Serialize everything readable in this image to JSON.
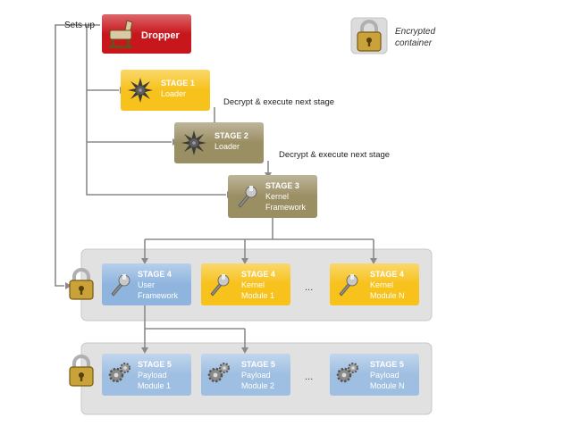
{
  "colors": {
    "dropper": "#c8161d",
    "stage1": "#f7c21c",
    "stage2": "#9a8e63",
    "stage3": "#9a8e63",
    "kernel_module": "#f7c21c",
    "user_framework": "#8fb5df",
    "payload": "#9fbfe2",
    "panel": "#e1e1e1",
    "connector": "#8a8a8a"
  },
  "sets_up_label": "Sets up",
  "legend": {
    "icon": "padlock-icon",
    "line1": "Encrypted",
    "line2": "container"
  },
  "dropper": {
    "label": "Dropper",
    "icon": "trojan-horse-icon"
  },
  "stage1": {
    "title": "STAGE 1",
    "line1": "Loader",
    "icon": "spiky-gear-icon"
  },
  "stage2": {
    "title": "STAGE 2",
    "line1": "Loader",
    "icon": "spiky-gear-icon"
  },
  "stage3": {
    "title": "STAGE 3",
    "line1": "Kernel",
    "line2": "Framework",
    "icon": "wrench-icon"
  },
  "edge_labels": {
    "s1_to_s2": "Decrypt & execute next stage",
    "s2_to_s3": "Decrypt & execute next stage"
  },
  "stage4": {
    "user_framework": {
      "title": "STAGE 4",
      "line1": "User",
      "line2": "Framework",
      "icon": "wrench-icon"
    },
    "kernel_module_1": {
      "title": "STAGE 4",
      "line1": "Kernel",
      "line2": "Module 1",
      "icon": "wrench-icon"
    },
    "kernel_module_n": {
      "title": "STAGE 4",
      "line1": "Kernel",
      "line2": "Module N",
      "icon": "wrench-icon"
    },
    "ellipsis": "..."
  },
  "stage5": {
    "payload_1": {
      "title": "STAGE 5",
      "line1": "Payload",
      "line2": "Module 1",
      "icon": "gears-icon"
    },
    "payload_2": {
      "title": "STAGE 5",
      "line1": "Payload",
      "line2": "Module 2",
      "icon": "gears-icon"
    },
    "payload_n": {
      "title": "STAGE 5",
      "line1": "Payload",
      "line2": "Module N",
      "icon": "gears-icon"
    },
    "ellipsis": "..."
  }
}
